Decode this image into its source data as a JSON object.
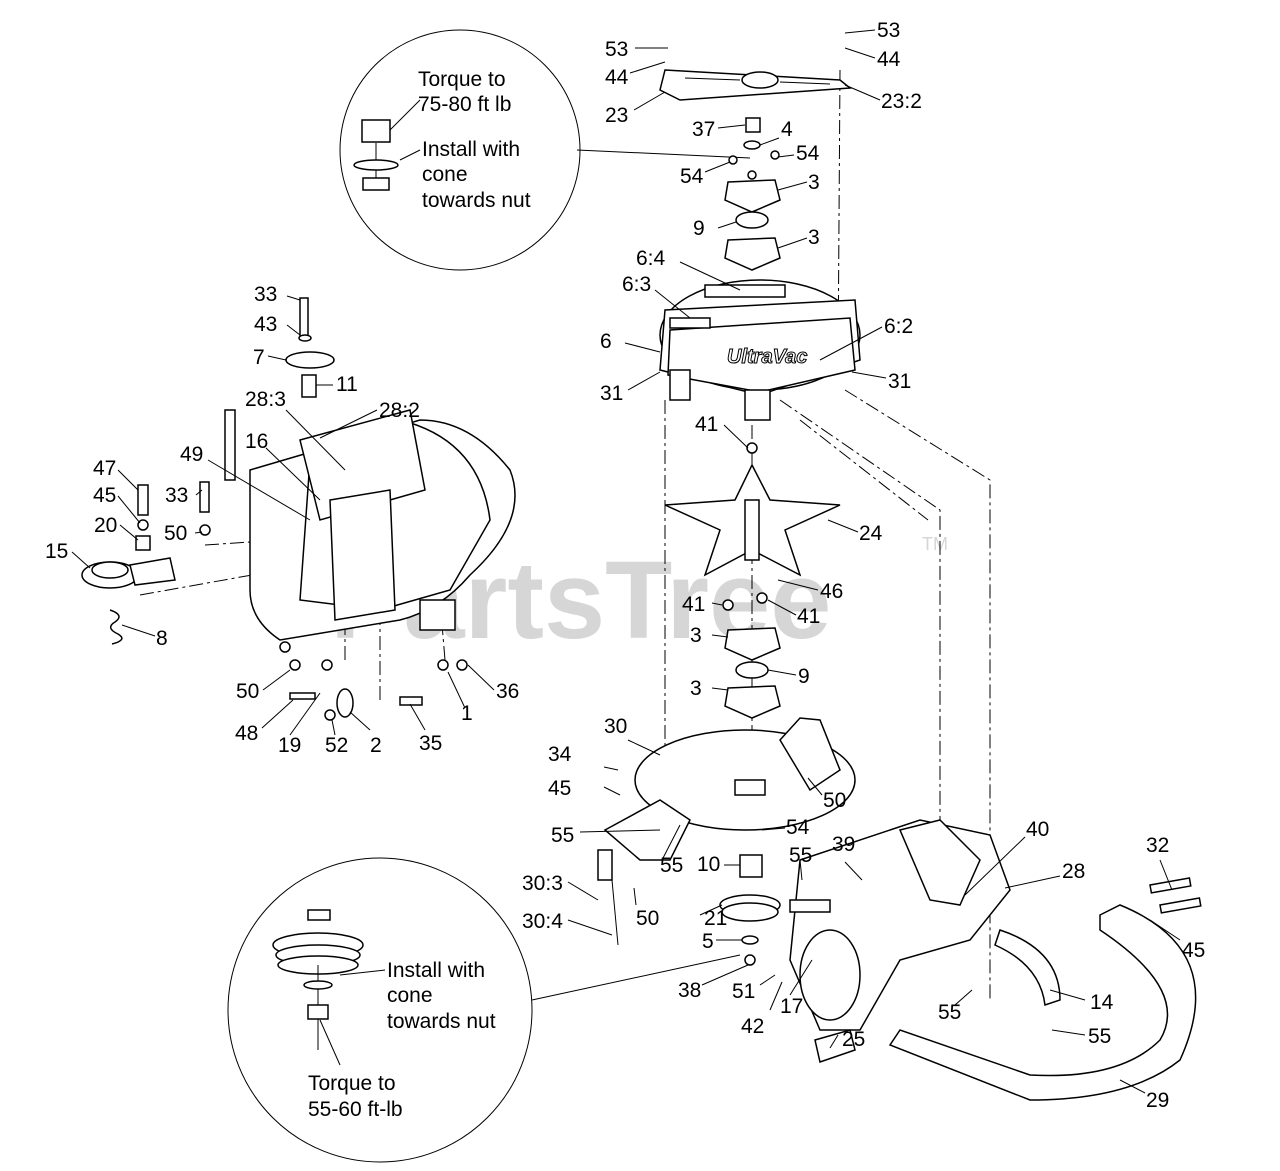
{
  "watermark": {
    "text": "PartsTree",
    "trademark": "TM"
  },
  "notes": {
    "top_torque_line1": "Torque to",
    "top_torque_line2": "75-80 ft lb",
    "top_install_line1": "Install with",
    "top_install_line2": "cone",
    "top_install_line3": "towards nut",
    "bottom_install_line1": "Install with",
    "bottom_install_line2": "cone",
    "bottom_install_line3": "towards nut",
    "bottom_torque_line1": "Torque to",
    "bottom_torque_line2": "55-60 ft-lb"
  },
  "callouts": [
    "53",
    "44",
    "23",
    "53",
    "44",
    "23:2",
    "37",
    "4",
    "54",
    "54",
    "3",
    "9",
    "3",
    "6:4",
    "6:3",
    "6",
    "6:2",
    "31",
    "31",
    "41",
    "24",
    "46",
    "41",
    "41",
    "3",
    "9",
    "3",
    "30",
    "34",
    "45",
    "50",
    "55",
    "54",
    "55",
    "10",
    "39",
    "55",
    "40",
    "28",
    "30:3",
    "50",
    "21",
    "30:4",
    "5",
    "38",
    "51",
    "42",
    "17",
    "25",
    "55",
    "14",
    "55",
    "32",
    "45",
    "29",
    "33",
    "43",
    "7",
    "11",
    "28:3",
    "28:2",
    "16",
    "49",
    "47",
    "45",
    "33",
    "20",
    "50",
    "15",
    "8",
    "50",
    "48",
    "19",
    "52",
    "2",
    "35",
    "1",
    "36"
  ]
}
